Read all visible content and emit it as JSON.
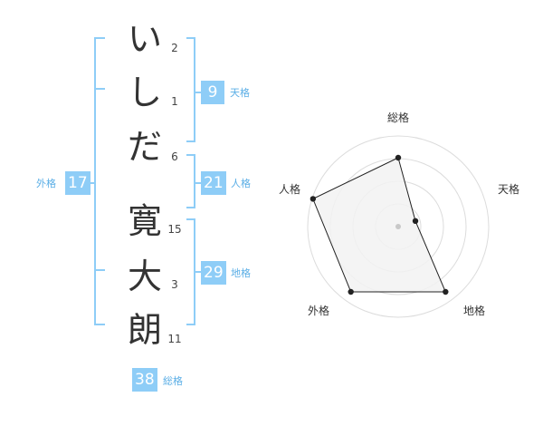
{
  "name": {
    "characters": [
      {
        "char": "い",
        "strokes": "2"
      },
      {
        "char": "し",
        "strokes": "1"
      },
      {
        "char": "だ",
        "strokes": "6"
      },
      {
        "char": "寛",
        "strokes": "15"
      },
      {
        "char": "大",
        "strokes": "3"
      },
      {
        "char": "朗",
        "strokes": "11"
      }
    ]
  },
  "scores": {
    "tenkaku": {
      "label": "天格",
      "value": "9"
    },
    "jinkaku": {
      "label": "人格",
      "value": "21"
    },
    "chikaku": {
      "label": "地格",
      "value": "29"
    },
    "gaikaku": {
      "label": "外格",
      "value": "17"
    },
    "soukaku": {
      "label": "総格",
      "value": "38"
    }
  },
  "chart_data": {
    "type": "radar",
    "axes": [
      "総格",
      "天格",
      "地格",
      "外格",
      "人格"
    ],
    "values": [
      0.76,
      0.2,
      0.89,
      0.89,
      0.99
    ],
    "max": 1,
    "rings": 4,
    "colors": {
      "fill": "#f2f2f2",
      "stroke": "#222222",
      "grid": "#dcdcdc",
      "accent": "#8ecdf7"
    }
  }
}
